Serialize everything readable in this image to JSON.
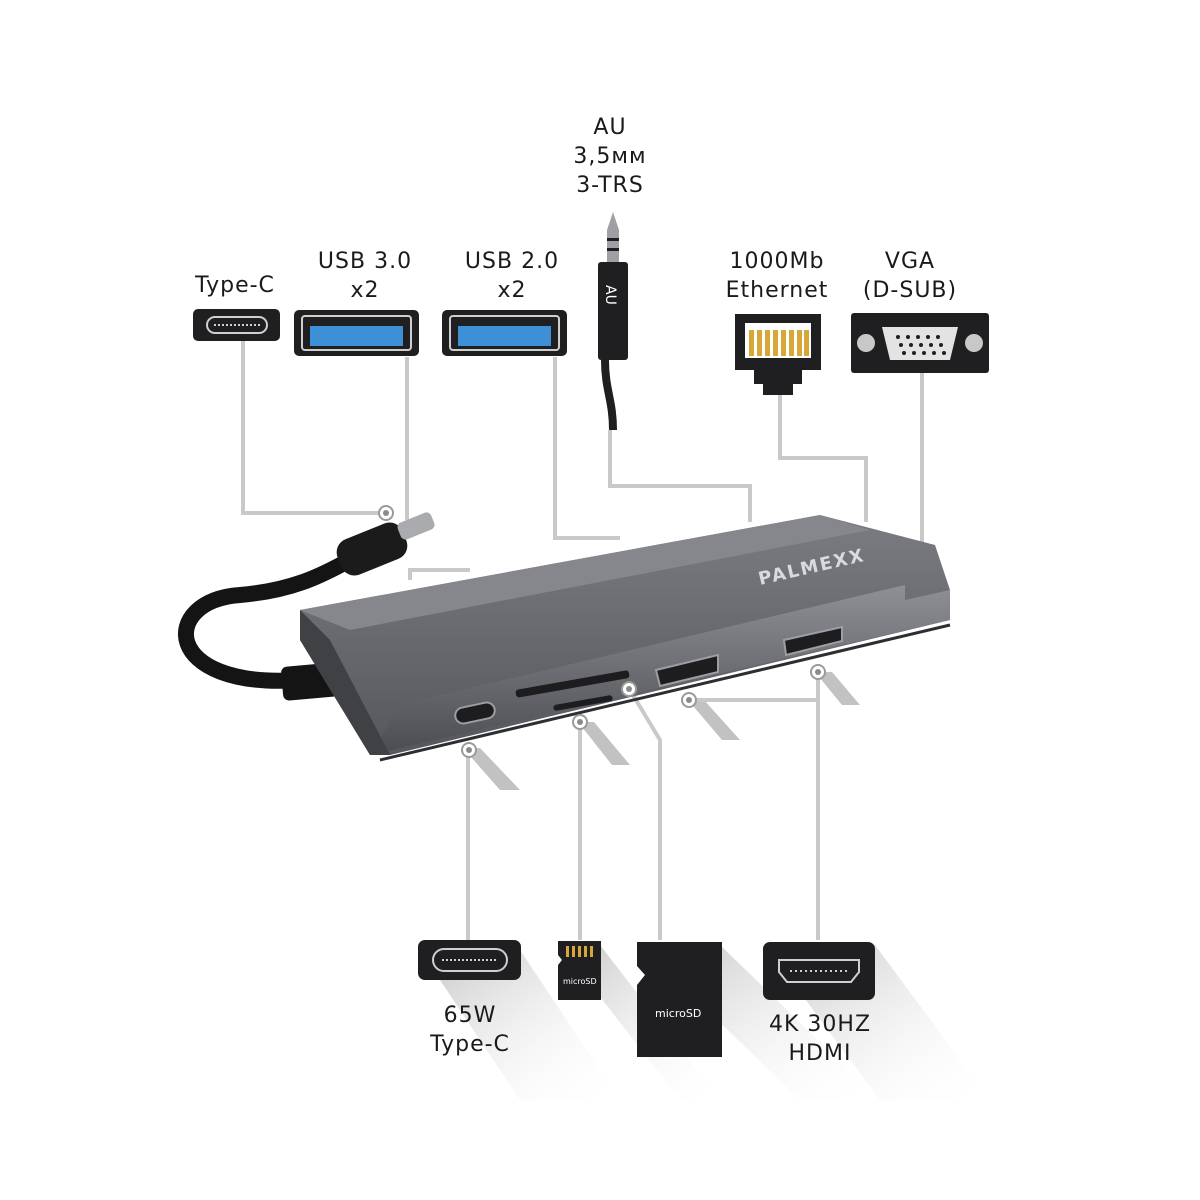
{
  "brand": "PALMEXX",
  "top_ports": [
    {
      "key": "typec",
      "lines": [
        "Type-C"
      ]
    },
    {
      "key": "usb30",
      "lines": [
        "USB 3.0",
        "x2"
      ]
    },
    {
      "key": "usb20",
      "lines": [
        "USB 2.0",
        "x2"
      ]
    },
    {
      "key": "audio",
      "lines": [
        "AU",
        "3,5мм",
        "3-TRS"
      ]
    },
    {
      "key": "ethernet",
      "lines": [
        "1000Mb",
        "Ethernet"
      ]
    },
    {
      "key": "vga",
      "lines": [
        "VGA",
        "(D-SUB)"
      ]
    }
  ],
  "bottom_ports": [
    {
      "key": "pd",
      "lines": [
        "65W",
        "Type-C"
      ]
    },
    {
      "key": "hdmi",
      "lines": [
        "4K 30HZ",
        "HDMI"
      ]
    }
  ],
  "card_labels": {
    "micro": "microSD",
    "sd": "microSD"
  },
  "jack_label": "AU",
  "colors": {
    "hub_body": "#5f6166",
    "hub_top": "#6e7076",
    "usb_blue": "#3d8fd6",
    "leader_line": "#c9c9c9"
  }
}
